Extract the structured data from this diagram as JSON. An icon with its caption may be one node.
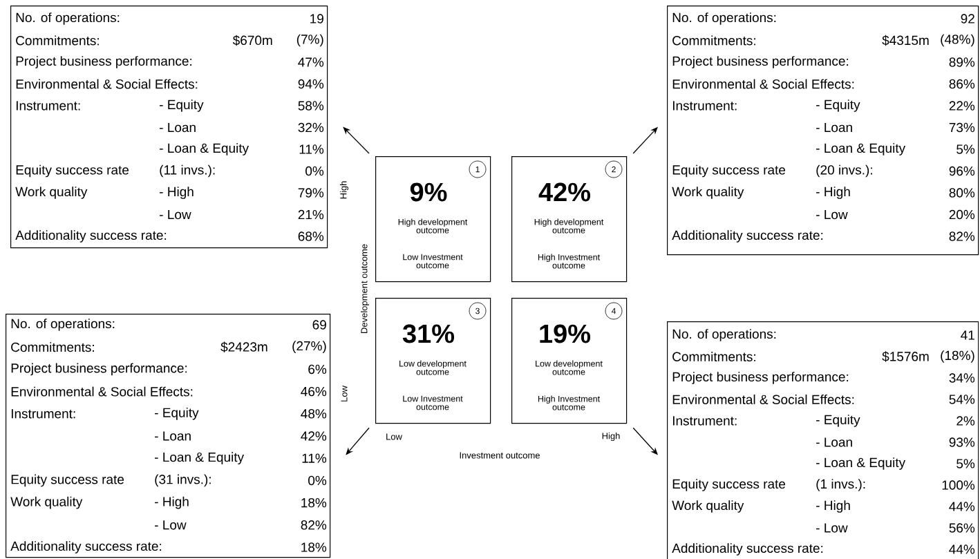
{
  "diagram": {
    "nodes": [
      {
        "text": [
          "No. of operations:",
          "19",
          "Commitments:",
          "$670m",
          "(7%)",
          "Project business performance:",
          "47%",
          "Environmental & Social Effects:",
          "94%",
          "Instrument:",
          "- Equity",
          "58%",
          "- Loan",
          "32%",
          "- Loan & Equity",
          "11%",
          "Equity success rate",
          "(11 invs.):",
          "0%",
          "Work quality",
          "- High",
          "79%",
          "- Low",
          "21%",
          "Additionality success rate:",
          "68%"
        ]
      },
      {
        "text": [
          "No. of operations:",
          "92",
          "Commitments:",
          "$4315m",
          "(48%)",
          "Project business performance:",
          "89%",
          "Environmental & Social Effects:",
          "86%",
          "Instrument:",
          "- Equity",
          "22%",
          "- Loan",
          "73%",
          "- Loan & Equity",
          "5%",
          "Equity success rate",
          "(20 invs.):",
          "96%",
          "Work quality",
          "- High",
          "80%",
          "- Low",
          "20%",
          "Additionality success rate:",
          "82%"
        ]
      },
      {
        "text": [
          "No. of operations:",
          "69",
          "Commitments:",
          "$2423m",
          "(27%)",
          "Project business performance:",
          "6%",
          "Environmental & Social Effects:",
          "46%",
          "Instrument:",
          "- Equity",
          "48%",
          "- Loan",
          "42%",
          "- Loan & Equity",
          "11%",
          "Equity success rate",
          "(31 invs.):",
          "0%",
          "Work quality",
          "- High",
          "18%",
          "- Low",
          "82%",
          "Additionality success rate:",
          "18%"
        ]
      },
      {
        "text": [
          "No. of operations:",
          "41",
          "Commitments:",
          "$1576m",
          "(18%)",
          "Project business performance:",
          "34%",
          "Environmental & Social Effects:",
          "54%",
          "Instrument:",
          "- Equity",
          "2%",
          "- Loan",
          "93%",
          "- Loan & Equity",
          "5%",
          "Equity success rate",
          "(1 invs.):",
          "100%",
          "Work quality",
          "- High",
          "44%",
          "- Low",
          "56%",
          "Additionality success rate:",
          "44%"
        ]
      },
      {
        "text": [
          "9%",
          "High development outcome",
          "Low Investment outcome"
        ]
      },
      {
        "text": [
          "1"
        ],
        "in": 4
      },
      {
        "text": [
          "42%",
          "High development outcome",
          "High Investment outcome"
        ]
      },
      {
        "text": [
          "2"
        ],
        "in": 6
      },
      {
        "text": [
          "31%",
          "Low development outcome",
          "Low Investment outcome"
        ]
      },
      {
        "text": [
          "3"
        ],
        "in": 8
      },
      {
        "text": [
          "19%",
          "Low development outcome",
          "High Investment outcome"
        ]
      },
      {
        "text": [
          "4"
        ],
        "in": 10
      }
    ],
    "edges": [
      {
        "from": 4,
        "to": 0,
        "arrow": "to"
      },
      {
        "from": 6,
        "to": 1,
        "arrow": "to"
      },
      {
        "from": 8,
        "to": 2,
        "arrow": "to"
      },
      {
        "from": 10,
        "to": 3,
        "arrow": "to"
      }
    ],
    "labels": [
      "High",
      "Development outcome",
      "Low",
      "Low",
      "High",
      "Investment outcome"
    ]
  }
}
